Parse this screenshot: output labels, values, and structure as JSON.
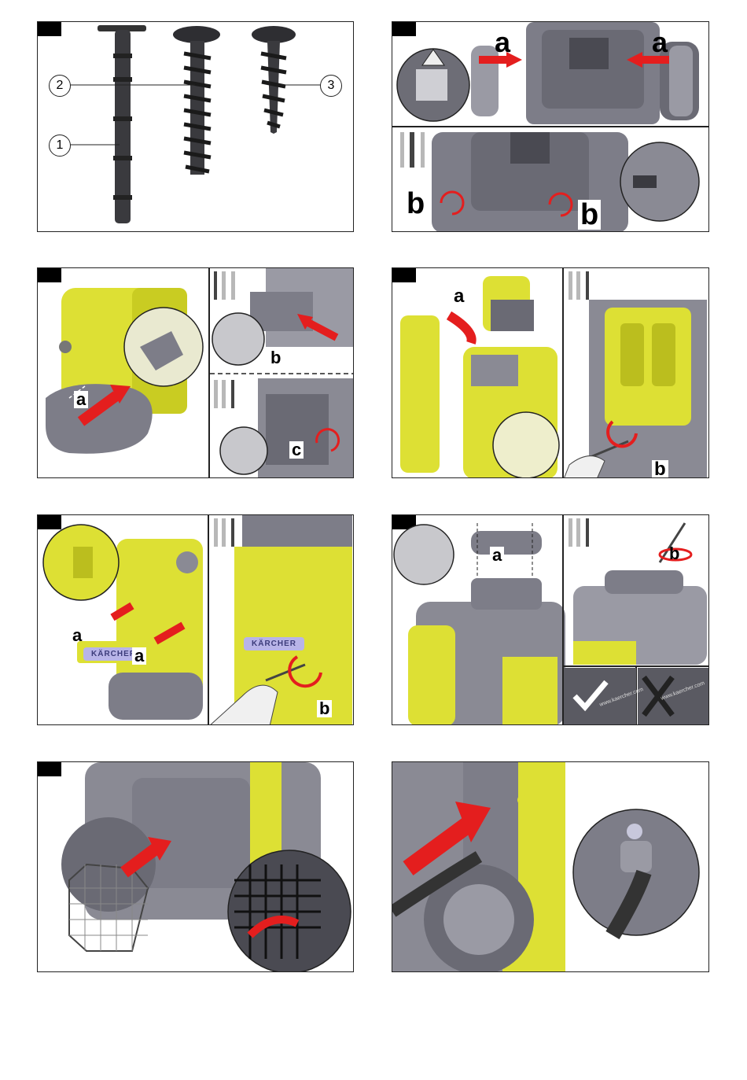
{
  "panel1": {
    "callouts": [
      "1",
      "2",
      "3"
    ]
  },
  "panel2": {
    "label_a": "a",
    "label_b": "b"
  },
  "panel3": {
    "label_a": "a",
    "label_b": "b",
    "label_c": "c"
  },
  "panel4": {
    "label_a": "a",
    "label_b": "b"
  },
  "panel5": {
    "label_a": "a",
    "label_b": "b",
    "brand": "KÄRCHER"
  },
  "panel6": {
    "label_a": "a",
    "label_b": "b",
    "cable_text": "www.kaercher.com"
  },
  "colors": {
    "yellow": "#dde034",
    "grey": "#8a8a96",
    "dark": "#3a3a40",
    "red": "#e41e1e"
  }
}
